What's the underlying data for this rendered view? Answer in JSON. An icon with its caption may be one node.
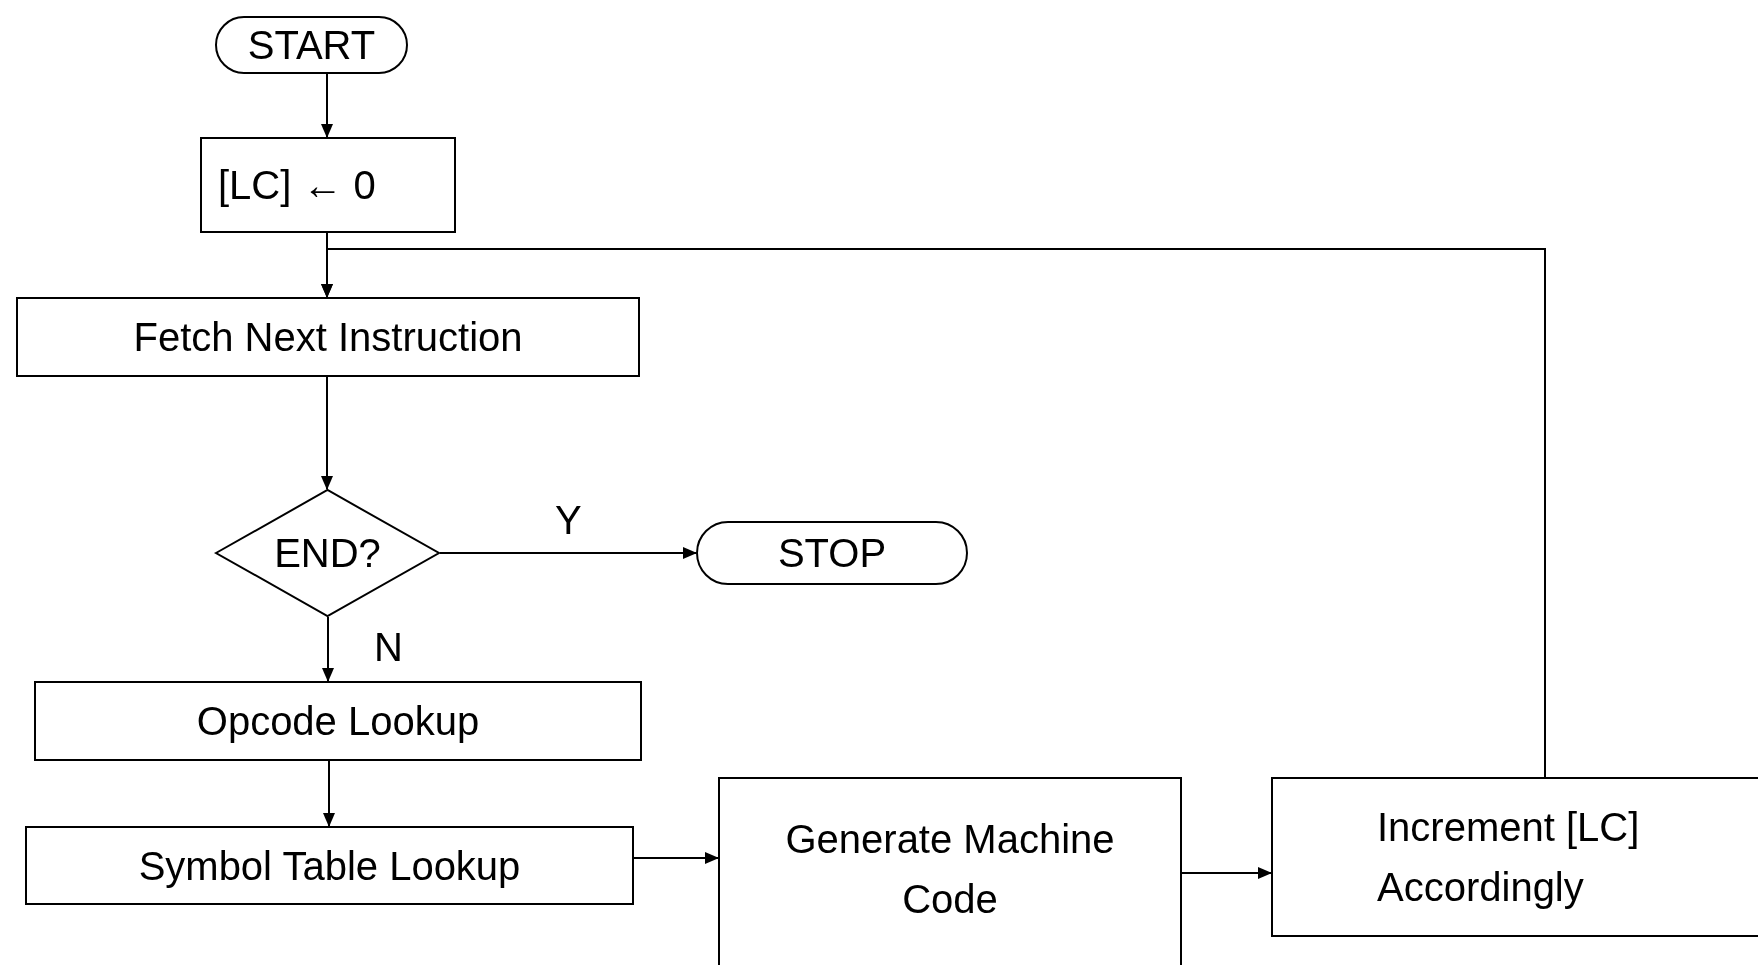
{
  "diagram": {
    "nodes": [
      {
        "text": [
          "START"
        ]
      },
      {
        "text": [
          "[LC] ← 0"
        ]
      },
      {
        "text": [
          "Fetch Next Instruction"
        ]
      },
      {
        "text": [
          "END?"
        ]
      },
      {
        "text": [
          "STOP"
        ]
      },
      {
        "text": [
          "Opcode Lookup"
        ]
      },
      {
        "text": [
          "Symbol Table Lookup"
        ]
      },
      {
        "text": [
          "Generate Machine Code"
        ]
      },
      {
        "text": [
          "Increment [LC] Accordingly"
        ]
      }
    ],
    "edges": [
      {
        "from": 0,
        "to": 1,
        "arrow": "to"
      },
      {
        "from": 1,
        "to": 2,
        "arrow": "to"
      },
      {
        "from": 2,
        "to": 3,
        "arrow": "to"
      },
      {
        "from": 3,
        "to": 4,
        "arrow": "to",
        "label": "Y"
      },
      {
        "from": 3,
        "to": 5,
        "arrow": "to",
        "label": "N"
      },
      {
        "from": 5,
        "to": 6,
        "arrow": "to"
      },
      {
        "from": 6,
        "to": 7,
        "arrow": "to"
      },
      {
        "from": 7,
        "to": 8,
        "arrow": "to"
      },
      {
        "from": 8,
        "to": 2,
        "arrow": "to"
      }
    ]
  }
}
